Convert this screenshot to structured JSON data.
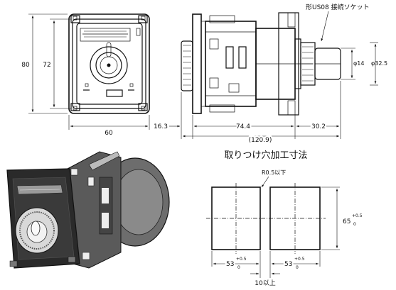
{
  "front_view": {
    "height": "80",
    "inner_height": "72",
    "width": "60"
  },
  "side_view": {
    "socket_label": "形US08 接続ソケット",
    "flange": "16.3",
    "body_length": "74.4",
    "socket_length": "30.2",
    "total_length": "(120.9)",
    "diameter_small": "φ14",
    "diameter_large": "φ32.5"
  },
  "cutout": {
    "title": "取りつけ穴加工寸法",
    "corner": "R0.5以下",
    "height_base": "65",
    "width_base_1": "53",
    "width_base_2": "53",
    "tol_plus": "+0.5",
    "tol_zero": "0",
    "gap": "10以上"
  }
}
